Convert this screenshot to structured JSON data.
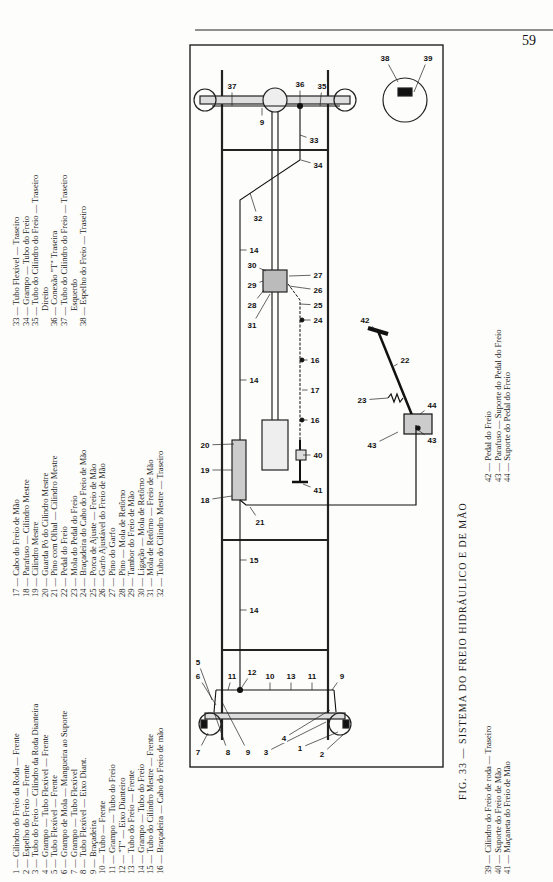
{
  "diagram": {
    "caption": "FIG. 33 — SISTEMA DO FREIO HIDRÁULICO E DE MÃO",
    "labels": [
      "59",
      "1 — Cilindro do Freio da Roda — Frente",
      "2 — Espelho do Freio — Frente",
      "3 — Tubo do Freio — Cilindro da Roda Dianteira",
      "4 — Grampo — Tubo Flexível — Frente",
      "5 — Tubo Flexível — Frente",
      "6 — Grampo de Mola — Mangueira ao Suporte",
      "7 — Grampo — Tubo Flexível",
      "8 — Tubo Flexível — Eixo Diant.",
      "9 — Braçadeira",
      "10 — Tubo — Frente",
      "11 — Grampo — Tubo do Freio",
      "12 — \"T\" — Eixo Dianteiro",
      "13 — Tubo do Freio — Frente",
      "14 — Grampo — Tubo do Freio",
      "15 — Tubo do Cilindro Mestre — Frente",
      "16 — Braçadeira — Cabo do Freio de mão",
      "17 — Cabo do Freio de Mão",
      "18 — Parafuso — Cilindro Mestre",
      "19 — Cilindro Mestre",
      "20 — Guarda Pó do Cilindro Mestre",
      "21 — Pino com Olhal — Cilindro Mestre",
      "22 — Pedal do Freio",
      "23 — Mola do Pedal do Freio",
      "24 — Braçadeira do Cabo do Freio de Mão",
      "25 — Porca de Ajuste — Freio de Mão",
      "26 — Garfo Ajustável do Freio de Mão",
      "27 — Pino do Garfo",
      "28 — Pino — Mola de Retôrno",
      "29 — Tambor do Freio de Mão",
      "30 — Ligação — Mola de Retôrno",
      "31 — Mola de Retôrno — Freio de Mão",
      "32 — Tubo do Cilindro Mestre — Traseiro",
      "33 — Tubo Flexível — Traseiro",
      "34 — Grampo — Tubo do Freio",
      "35 — Tubo do Cilindro do Freio — Traseiro Direito",
      "36 — Conexão \"T\" Traseira",
      "37 — Tubo do Cilindro do Freio — Traseiro Esquerdo",
      "38 — Espelho do Freio — Traseiro",
      "39 — Cilindro do Freio de roda — Traseiro",
      "40 — Suporte do Freio de Mão",
      "41 — Maçaneta do Freio de Mão",
      "42 — Pedal do Freio",
      "43 — Parafuso — Suporte do Pedal do Freio",
      "44 — Suporte do Pedal do Freio",
      "1",
      "2",
      "3",
      "4",
      "5",
      "6",
      "7",
      "8",
      "9",
      "10",
      "11",
      "12",
      "11",
      "9",
      "13",
      "14",
      "15",
      "14",
      "14",
      "32",
      "24",
      "25",
      "26",
      "27",
      "28",
      "29",
      "30",
      "31",
      "33",
      "34",
      "35",
      "36",
      "37",
      "9",
      "38",
      "39",
      "16",
      "17",
      "16",
      "40",
      "41",
      "18",
      "19",
      "20",
      "21",
      "42",
      "22",
      "23",
      "44",
      "43",
      "43"
    ]
  }
}
